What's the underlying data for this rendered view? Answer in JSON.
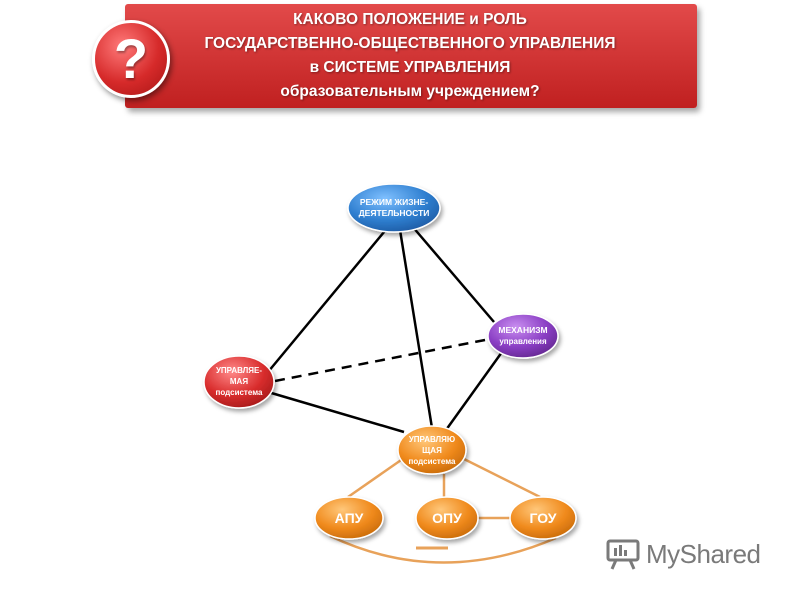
{
  "title": {
    "lines": [
      "КАКОВО ПОЛОЖЕНИЕ  и РОЛЬ",
      "ГОСУДАРСТВЕННО-ОБЩЕСТВЕННОГО УПРАВЛЕНИЯ",
      "в СИСТЕМЕ УПРАВЛЕНИЯ",
      "образовательным учреждением?"
    ],
    "badge_symbol": "?",
    "badge_icon": "question-mark-icon"
  },
  "nodes": {
    "regime": {
      "lines": [
        "РЕЖИМ ЖИЗНЕ-",
        "ДЕЯТЕЛЬНОСТИ"
      ],
      "color": "#2f7fd0"
    },
    "mechanism": {
      "lines": [
        "МЕХАНИЗМ",
        "управления"
      ],
      "color": "#8a3ec4"
    },
    "managed": {
      "lines": [
        "УПРАВЛЯЕ-",
        "МАЯ",
        "подсистема"
      ],
      "color": "#d92d2d"
    },
    "managing": {
      "lines": [
        "УПРАВЛЯЮ",
        "ЩАЯ",
        "подсистема"
      ],
      "color": "#f08a1c"
    },
    "apu": {
      "label": "АПУ",
      "color": "#f08a1c"
    },
    "opu": {
      "label": "ОПУ",
      "color": "#f08a1c"
    },
    "gou": {
      "label": "ГОУ",
      "color": "#f08a1c"
    }
  },
  "colors": {
    "banner": "#cf2f2f",
    "edge_solid": "#000000",
    "edge_orange": "#e8a25a"
  },
  "logo": {
    "text": "MyShared",
    "icon": "presentation-board-icon"
  }
}
